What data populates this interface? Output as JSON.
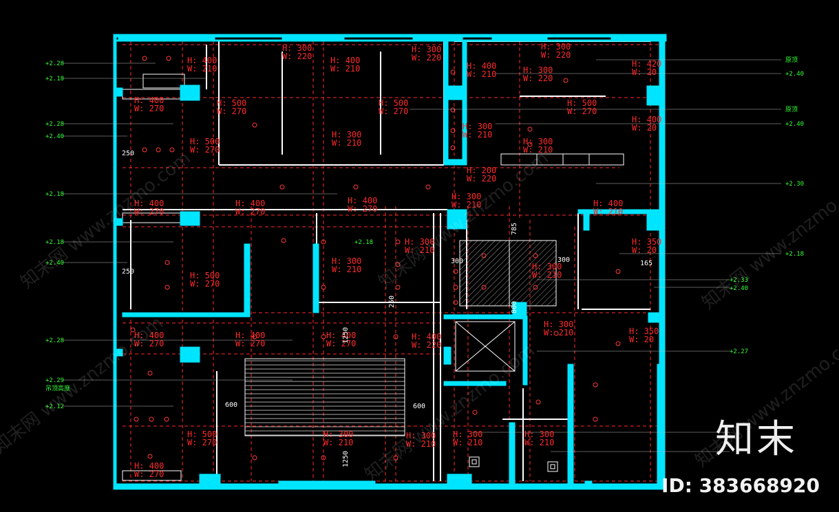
{
  "rooms": [
    {
      "h": "H: 400",
      "w": "W: 210"
    },
    {
      "h": "H: 300",
      "w": "W: 220"
    },
    {
      "h": "H: 400",
      "w": "W: 210"
    },
    {
      "h": "H: 300",
      "w": "W: 220"
    },
    {
      "h": "H: 400",
      "w": "W: 210"
    },
    {
      "h": "H: 300",
      "w": "W: 220"
    },
    {
      "h": "H: 300",
      "w": "W: 220"
    },
    {
      "h": "H: 420",
      "w": "W: 20"
    },
    {
      "h": "H: 400",
      "w": "W: 270"
    },
    {
      "h": "H: 500",
      "w": "W: 270"
    },
    {
      "h": "H: 500",
      "w": "W: 270"
    },
    {
      "h": "H: 300",
      "w": "W: 210"
    },
    {
      "h": "H: 500",
      "w": "W: 270"
    },
    {
      "h": "H: 400",
      "w": "W: 20"
    },
    {
      "h": "H: 500",
      "w": "W: 270"
    },
    {
      "h": "H: 300",
      "w": "W: 210"
    },
    {
      "h": "H: 300",
      "w": "W: 210"
    },
    {
      "h": "H: 200",
      "w": "W: 220"
    },
    {
      "h": "H: 400",
      "w": "W: 270"
    },
    {
      "h": "H: 400",
      "w": "W: 270"
    },
    {
      "h": "H: 400",
      "w": "W: 270"
    },
    {
      "h": "H: 300",
      "w": "W: 210"
    },
    {
      "h": "H: 400",
      "w": "W: 210"
    },
    {
      "h": "H: 300",
      "w": "W: 210"
    },
    {
      "h": "H: 350",
      "w": "W: 20"
    },
    {
      "h": "H: 500",
      "w": "W: 270"
    },
    {
      "h": "H: 300",
      "w": "W: 210"
    },
    {
      "h": "H: 300",
      "w": "W: 210"
    },
    {
      "h": "H: 400",
      "w": "W: 270"
    },
    {
      "h": "H: 400",
      "w": "W: 270"
    },
    {
      "h": "H: 400",
      "w": "W: 270"
    },
    {
      "h": "H: 400",
      "w": "W: 220"
    },
    {
      "h": "H: 300",
      "w": "W: 210"
    },
    {
      "h": "H: 350",
      "w": "W: 20"
    },
    {
      "h": "H: 500",
      "w": "W: 270"
    },
    {
      "h": "H: 300",
      "w": "W: 210"
    },
    {
      "h": "H: 300",
      "w": "W: 210"
    },
    {
      "h": "H: 300",
      "w": "W: 210"
    },
    {
      "h": "H: 300",
      "w": "W: 210"
    },
    {
      "h": "H: 400",
      "w": "W: 270"
    }
  ],
  "levels": [
    "+2.28",
    "+2.18",
    "+2.28",
    "+2.40",
    "+2.18",
    "+2.18",
    "+2.40",
    "+2.28",
    "+2.29",
    "+2.12",
    "+2.40",
    "+2.40",
    "+2.30",
    "+2.18",
    "+2.33",
    "+2.40",
    "+2.27",
    "+2.18"
  ],
  "ceiling_note": "吊顶高度",
  "right_notes": [
    "原顶",
    "原顶"
  ],
  "dims": [
    "250",
    "250",
    "785",
    "300",
    "300",
    "165",
    "800",
    "250",
    "1250",
    "600",
    "600",
    "1250"
  ],
  "watermark": "知末网 www.znzmo.com",
  "logo": "知末",
  "id_text": "ID: 383668920",
  "colors": {
    "wall": "#00e5ff",
    "red": "#ff2a2a",
    "green": "#33ff33",
    "grey": "#cccccc"
  }
}
